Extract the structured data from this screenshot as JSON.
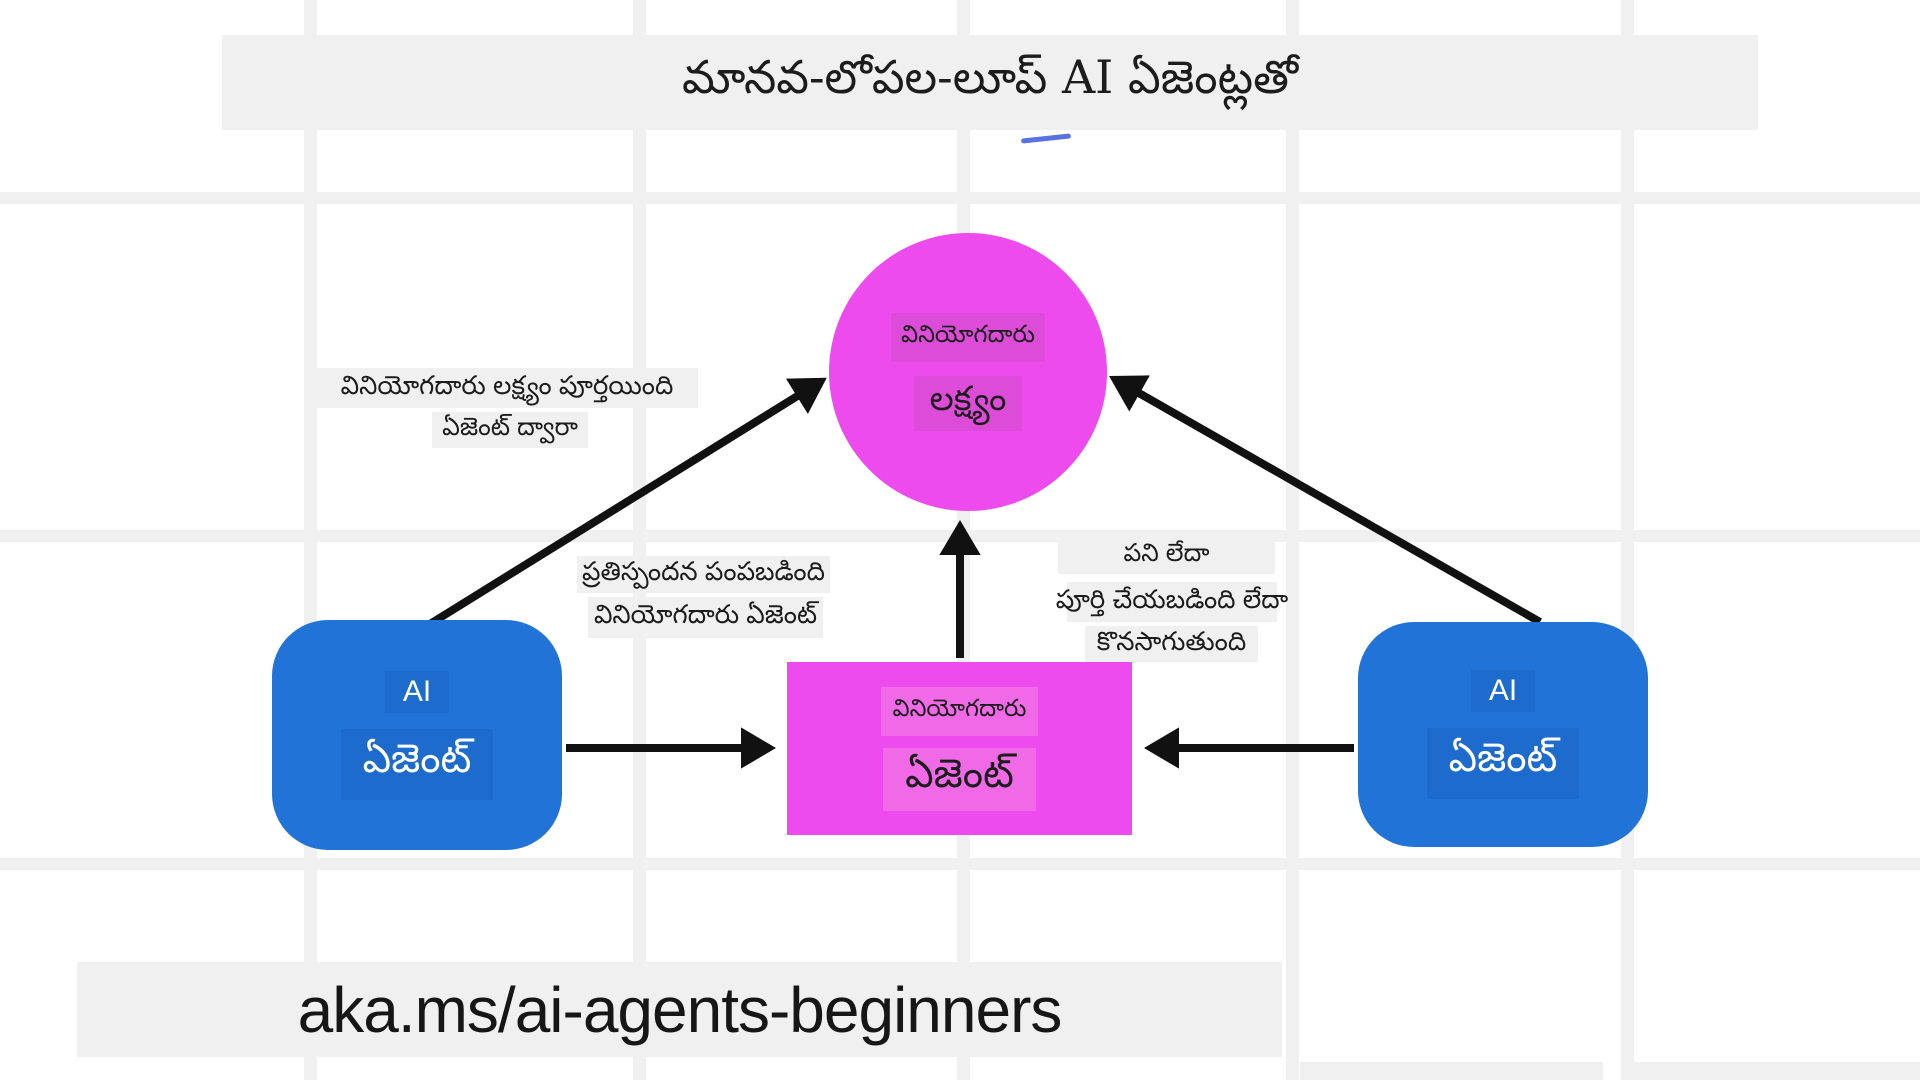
{
  "colors": {
    "canvas-bg": "#ffffff",
    "grid-line": "#f0f0f0",
    "panel-gray": "#f0f0f0",
    "magenta": "#ee4bee",
    "magenta-label-dark": "#dd4cd8",
    "magenta-label-light": "#f06ae8",
    "blue": "#2173d8",
    "blue-label": "#1d6ccd",
    "arrow-black": "#111111",
    "text-black": "#1c1c1c",
    "text-white": "#ffffff",
    "pen-blue": "#3b5bdb"
  },
  "title": {
    "text": "మానవ-లోపల-లూప్ AI ఏజెంట్లతో"
  },
  "nodes": {
    "user_goal": {
      "line1": "వినియోగదారు",
      "line2": "లక్ష్యం"
    },
    "user_agent": {
      "line1": "వినియోగదారు",
      "line2": "ఏజెంట్"
    },
    "ai_agent_left": {
      "line1": "AI",
      "line2": "ఏజెంట్"
    },
    "ai_agent_right": {
      "line1": "AI",
      "line2": "ఏజెంట్"
    }
  },
  "edge_labels": {
    "goal_met": {
      "line1": "వినియోగదారు లక్ష్యం పూర్తయింది",
      "line2": "ఏజెంట్ ద్వారా"
    },
    "response_sent": {
      "line1": "ప్రతిస్పందన పంపబడింది",
      "line2": "వినియోగదారు ఏజెంట్"
    },
    "task_status": {
      "line1": "పని లేదా",
      "line2": "పూర్తి చేయబడింది లేదా",
      "line3": "కొనసాగుతుంది"
    }
  },
  "footer": {
    "text": "aka.ms/ai-agents-beginners"
  }
}
